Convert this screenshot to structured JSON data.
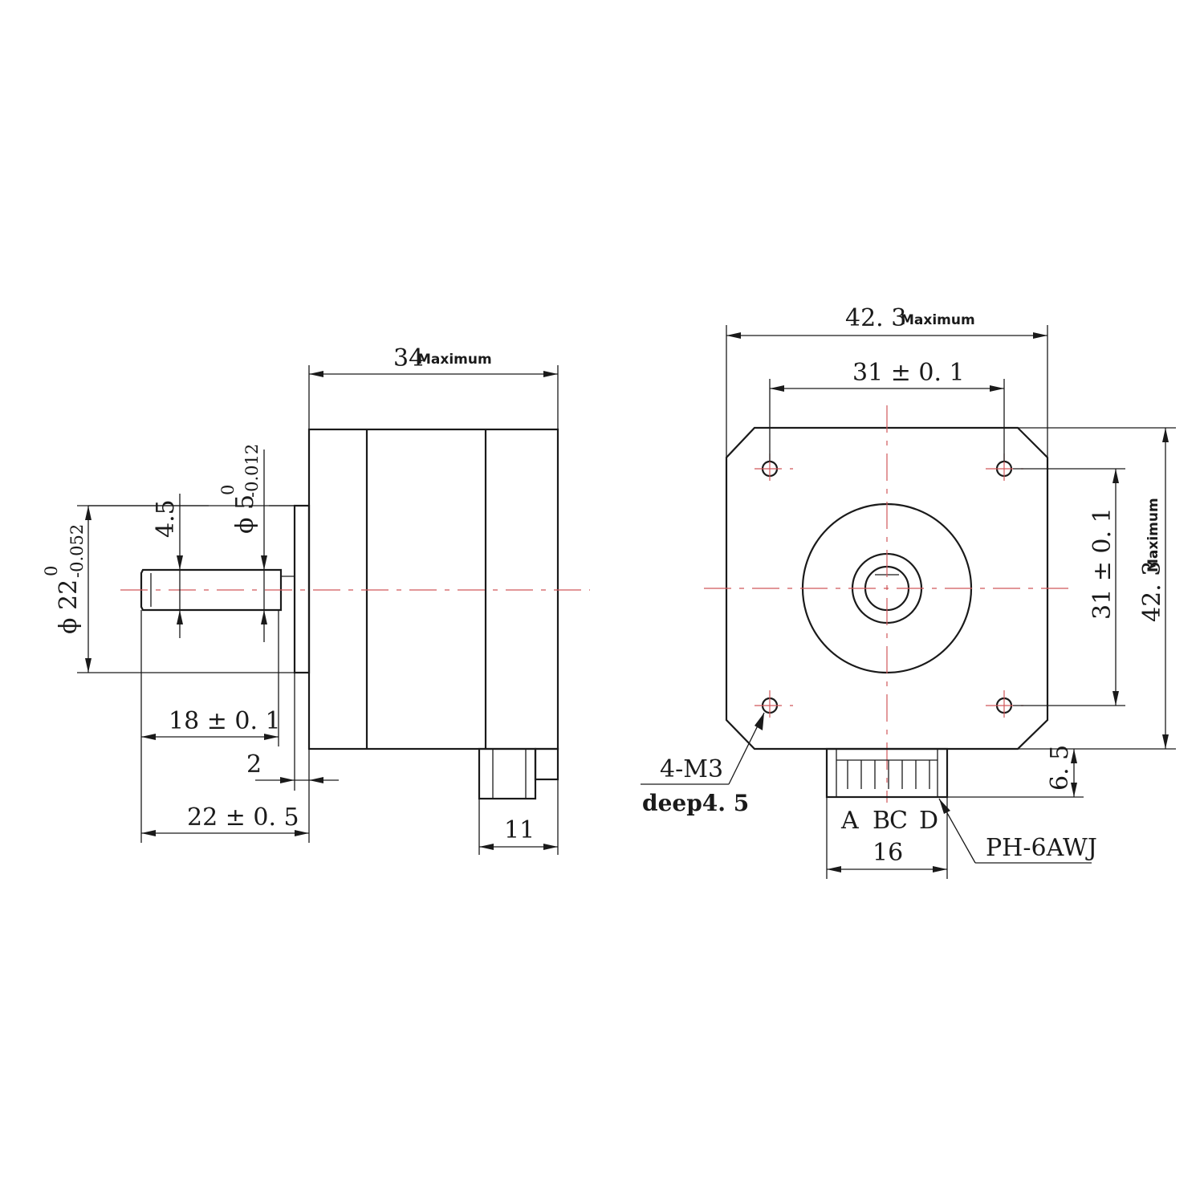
{
  "side_view": {
    "length": "34",
    "length_note": "Maximum",
    "shaft_flat": "4.5",
    "shaft_dia": "ϕ 5",
    "shaft_dia_upper": "0",
    "shaft_dia_lower": "-0.012",
    "boss_dia": "ϕ 22",
    "boss_dia_upper": "0",
    "boss_dia_lower": "-0.052",
    "shaft_len": "18 ± 0. 1",
    "boss_height": "2",
    "shaft_total": "22 ± 0. 5",
    "connector_width": "11"
  },
  "front_view": {
    "width": "42. 3",
    "width_note": "Maximum",
    "hole_spacing_h": "31 ± 0. 1",
    "hole_spacing_v": "31 ± 0. 1",
    "height": "42. 3",
    "height_note": "Maximum",
    "holes": "4-M3",
    "hole_depth": "deep4. 5",
    "connector_offset": "6. 5",
    "pins": [
      "A",
      "B",
      "C",
      "D"
    ],
    "connector_width": "16",
    "connector_type": "PH-6AWJ"
  }
}
